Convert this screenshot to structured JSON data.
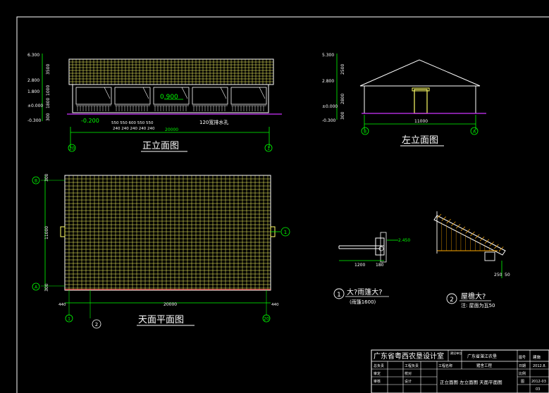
{
  "colors": {
    "background": "#000000",
    "frame": "#ffffff",
    "outline": "#ffffff",
    "roof_tile": "#ffff66",
    "dimension": "#00ff00",
    "grade_line": "#cc33ff",
    "hatch": "#ffaa00",
    "red": "#ff3333",
    "cyan": "#00ffff"
  },
  "views": {
    "front": {
      "title": "正立面图",
      "elev_labels": [
        "6.300",
        "2.800",
        "1.800",
        "±0.000",
        "-0.300"
      ],
      "vert_dims": [
        "3500",
        "1000",
        "1800",
        "300"
      ],
      "level_note": "0.900",
      "level_neg": "-0.200",
      "bay_dims": "550 550 600 550 550",
      "small_dims": "240 240 240 240 240",
      "total_length": "20000",
      "drain_note": "120宽排水孔",
      "axis_left": "20",
      "axis_right": "1"
    },
    "left": {
      "title": "左立面图",
      "elev_labels": [
        "5.300",
        "2.800",
        "±0.000",
        "-0.300"
      ],
      "vert_dims": [
        "2500",
        "2800",
        "300"
      ],
      "width": "11000",
      "axis_left": "B",
      "axis_right": "A"
    },
    "roof": {
      "title": "天面平面图",
      "total_length": "20000",
      "depth": "11000",
      "edge_top": "300",
      "edge_bottom": "300",
      "overhang_left": "440",
      "overhang_right": "440",
      "axis_b": "B",
      "axis_a": "A",
      "axis_1": "1",
      "axis_2": "2",
      "axis_20": "20",
      "section_marker": "1"
    },
    "detail1": {
      "num": "1",
      "title": "大?雨篷大?",
      "subtitle": "(雨篷1600)",
      "dims": [
        "1200",
        "180"
      ],
      "level": "2.450"
    },
    "detail2": {
      "num": "2",
      "title": "屋檐大?",
      "note": "注: 屋面为瓦50",
      "dims": [
        "250",
        "50"
      ]
    }
  },
  "title_block": {
    "company": "广东省粤西农垦设计室",
    "client_label": "建设单位",
    "client": "广东省湛江农垦",
    "project_label": "工程名称",
    "project": "猪舍工程",
    "sheet_title": "正立面图 左立面图 天面平面图",
    "roles": [
      "总负责",
      "审定",
      "审核"
    ],
    "roles2": [
      "工程负责",
      "校对",
      "设计"
    ],
    "drawing_no_label": "图号",
    "drawing_no": "建施",
    "date_label": "日期",
    "date": "2012.8.",
    "scale_label": "比例",
    "sheet_label": "图",
    "sheet_no": "2012-03",
    "sheet_sub": "03"
  }
}
